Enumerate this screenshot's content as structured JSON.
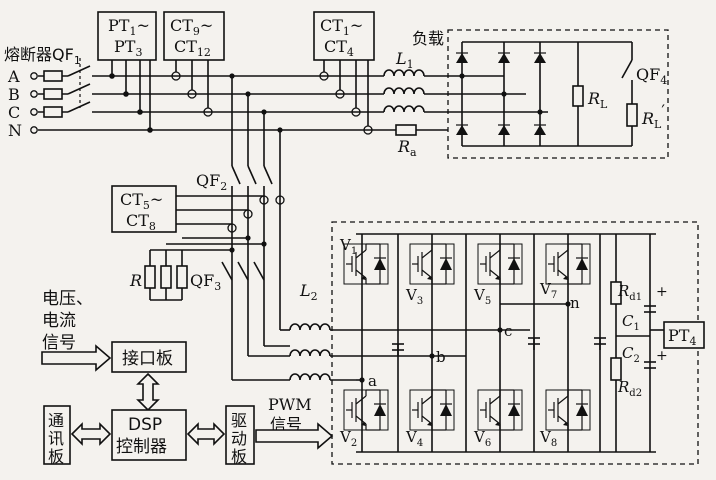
{
  "labels": {
    "fuse_qf1": "熔断器QF",
    "fuse_qf1_sub": "1",
    "phase_a": "A",
    "phase_b": "B",
    "phase_c": "C",
    "phase_n": "N",
    "pt13_line1": "PT",
    "pt13_sub1": "1",
    "pt13_tilde": "~",
    "pt13_line2": "PT",
    "pt13_sub2": "3",
    "ct912_line1": "CT",
    "ct912_sub1": "9",
    "ct912_tilde": "~",
    "ct912_line2": "CT",
    "ct912_sub2": "12",
    "ct14_line1": "CT",
    "ct14_sub1": "1",
    "ct14_tilde": "~",
    "ct14_line2": "CT",
    "ct14_sub2": "4",
    "load_label": "负载",
    "l1": "L",
    "l1_sub": "1",
    "ra": "R",
    "ra_sub": "a",
    "rl": "R",
    "rl_sub": "L",
    "rl2": "R",
    "rl2_sub": "L",
    "rl2_prime": "′",
    "qf4": "QF",
    "qf4_sub": "4",
    "qf2": "QF",
    "qf2_sub": "2",
    "ct58_line1": "CT",
    "ct58_sub1": "5",
    "ct58_tilde": "~",
    "ct58_line2": "CT",
    "ct58_sub2": "8",
    "r_label": "R",
    "qf3": "QF",
    "qf3_sub": "3",
    "l2": "L",
    "l2_sub": "2",
    "v1": "V",
    "v1_sub": "1",
    "v2": "V",
    "v2_sub": "2",
    "v3": "V",
    "v3_sub": "3",
    "v4": "V",
    "v4_sub": "4",
    "v5": "V",
    "v5_sub": "5",
    "v6": "V",
    "v6_sub": "6",
    "v7": "V",
    "v7_sub": "7",
    "v8": "V",
    "v8_sub": "8",
    "node_a": "a",
    "node_b": "b",
    "node_c": "c",
    "node_n": "n",
    "rd1": "R",
    "rd1_sub": "d1",
    "rd2": "R",
    "rd2_sub": "d2",
    "c1": "C",
    "c1_sub": "1",
    "c2": "C",
    "c2_sub": "2",
    "plus": "+",
    "pt4": "PT",
    "pt4_sub": "4",
    "signal_line1": "电压、",
    "signal_line2": "电流",
    "signal_line3": "信号",
    "interface_board": "接口板",
    "dsp_line1": "DSP",
    "dsp_line2": "控制器",
    "comm_board_1": "通",
    "comm_board_2": "讯",
    "comm_board_3": "板",
    "drive_board_1": "驱",
    "drive_board_2": "动",
    "drive_board_3": "板",
    "pwm_line1": "PWM",
    "pwm_line2": "信号"
  }
}
